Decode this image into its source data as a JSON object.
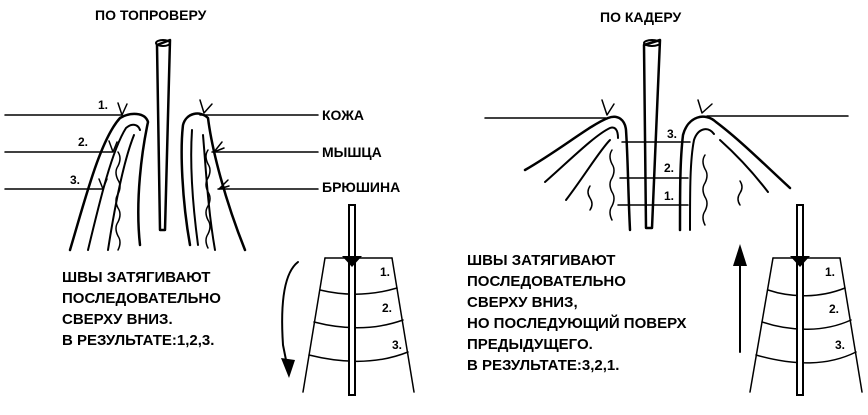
{
  "left_panel": {
    "title": "ПО ТОПРОВЕРУ",
    "suture_numbers": [
      "1.",
      "2.",
      "3."
    ],
    "layer_labels": [
      "КОЖА",
      "МЫШЦА",
      "БРЮШИНА"
    ],
    "description_lines": [
      "ШВЫ ЗАТЯГИВАЮТ",
      "ПОСЛЕДОВАТЕЛЬНО",
      "СВЕРХУ ВНИЗ.",
      "В РЕЗУЛЬТАТЕ:1,2,3."
    ],
    "scheme_numbers": [
      "1.",
      "2.",
      "3."
    ],
    "arrow_direction": "down"
  },
  "right_panel": {
    "title": "ПО КАДЕРУ",
    "suture_numbers": [
      "3.",
      "2.",
      "1."
    ],
    "description_lines": [
      "ШВЫ ЗАТЯГИВАЮТ",
      "ПОСЛЕДОВАТЕЛЬНО",
      "СВЕРХУ ВНИЗ,",
      "НО ПОСЛЕДУЮЩИЙ ПОВЕРХ",
      "ПРЕДЫДУЩЕГО.",
      "В РЕЗУЛЬТАТЕ:3,2,1."
    ],
    "scheme_numbers": [
      "1.",
      "2.",
      "3."
    ],
    "arrow_direction": "up"
  }
}
